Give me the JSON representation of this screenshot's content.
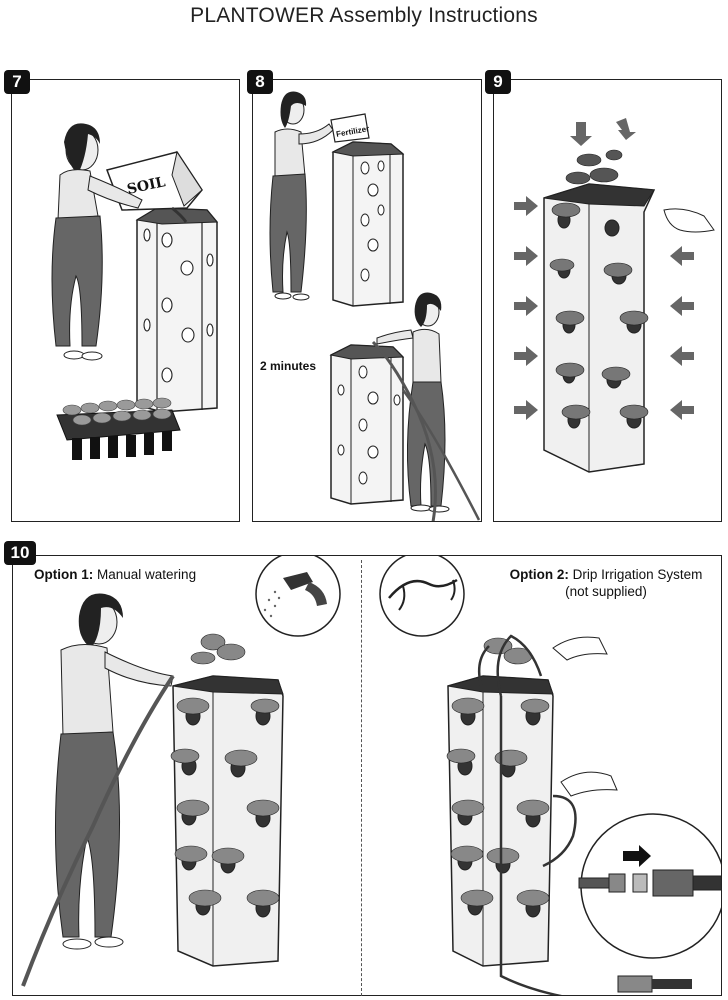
{
  "title": "PLANTOWER Assembly Instructions",
  "steps": [
    {
      "number": "7",
      "soil_label": "SOIL"
    },
    {
      "number": "8",
      "fertilizer_label": "Fertilizer",
      "time_label": "2 minutes"
    },
    {
      "number": "9"
    },
    {
      "number": "10",
      "option1_prefix": "Option 1:",
      "option1_text": "Manual watering",
      "option2_prefix": "Option 2:",
      "option2_text": "Drip Irrigation System",
      "option2_note": "(not supplied)"
    }
  ]
}
